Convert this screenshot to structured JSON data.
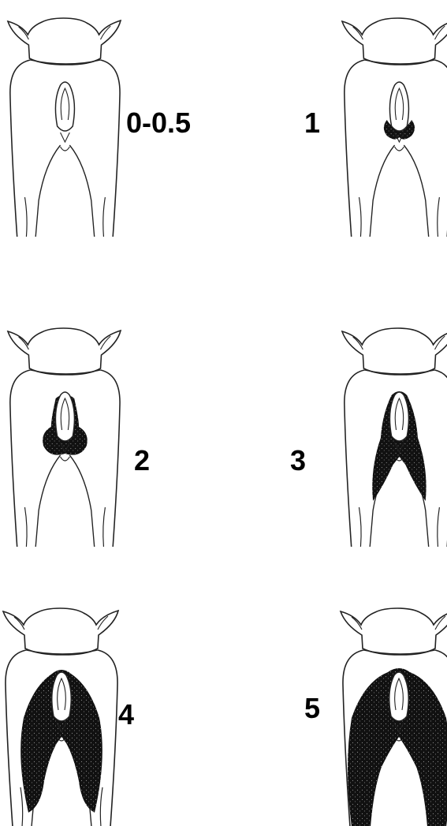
{
  "panels": [
    {
      "label": "0-0.5",
      "soiling": 0
    },
    {
      "label": "1",
      "soiling": 1
    },
    {
      "label": "2",
      "soiling": 2
    },
    {
      "label": "3",
      "soiling": 3
    },
    {
      "label": "4",
      "soiling": 4
    },
    {
      "label": "5",
      "soiling": 5
    }
  ],
  "colors": {
    "outline": "#222222",
    "soiling": "#111111",
    "background": "#ffffff"
  }
}
